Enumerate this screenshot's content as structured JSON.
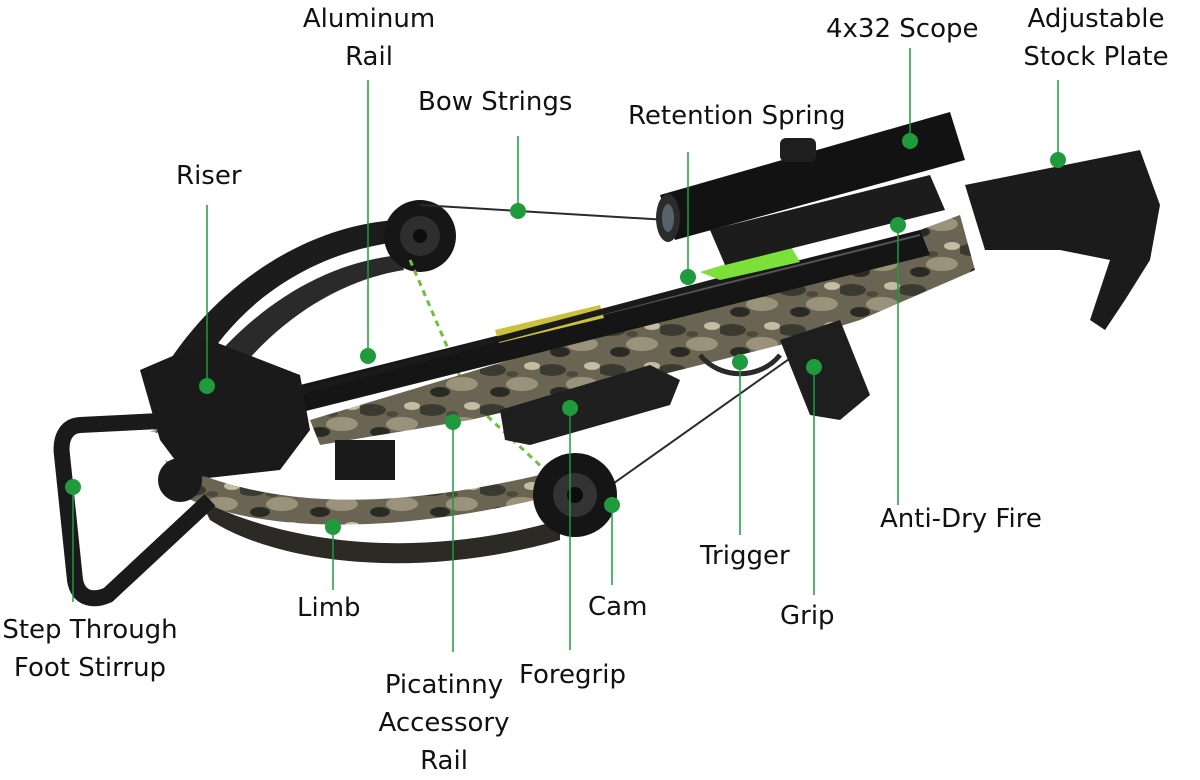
{
  "diagram": {
    "accent_color": "#1f9a3d",
    "callouts": [
      {
        "id": "aluminum-rail",
        "lines": [
          "Aluminum",
          "Rail"
        ]
      },
      {
        "id": "bow-strings",
        "lines": [
          "Bow Strings"
        ]
      },
      {
        "id": "scope",
        "lines": [
          "4x32 Scope"
        ]
      },
      {
        "id": "stock-plate",
        "lines": [
          "Adjustable",
          "Stock Plate"
        ]
      },
      {
        "id": "retention-spring",
        "lines": [
          "Retention Spring"
        ]
      },
      {
        "id": "riser",
        "lines": [
          "Riser"
        ]
      },
      {
        "id": "anti-dry-fire",
        "lines": [
          "Anti-Dry Fire"
        ]
      },
      {
        "id": "trigger",
        "lines": [
          "Trigger"
        ]
      },
      {
        "id": "limb",
        "lines": [
          "Limb"
        ]
      },
      {
        "id": "cam",
        "lines": [
          "Cam"
        ]
      },
      {
        "id": "grip",
        "lines": [
          "Grip"
        ]
      },
      {
        "id": "foot-stirrup",
        "lines": [
          "Step Through",
          "Foot Stirrup"
        ]
      },
      {
        "id": "foregrip",
        "lines": [
          "Foregrip"
        ]
      },
      {
        "id": "picatinny-rail",
        "lines": [
          "Picatinny",
          "Accessory",
          "Rail"
        ]
      }
    ]
  }
}
